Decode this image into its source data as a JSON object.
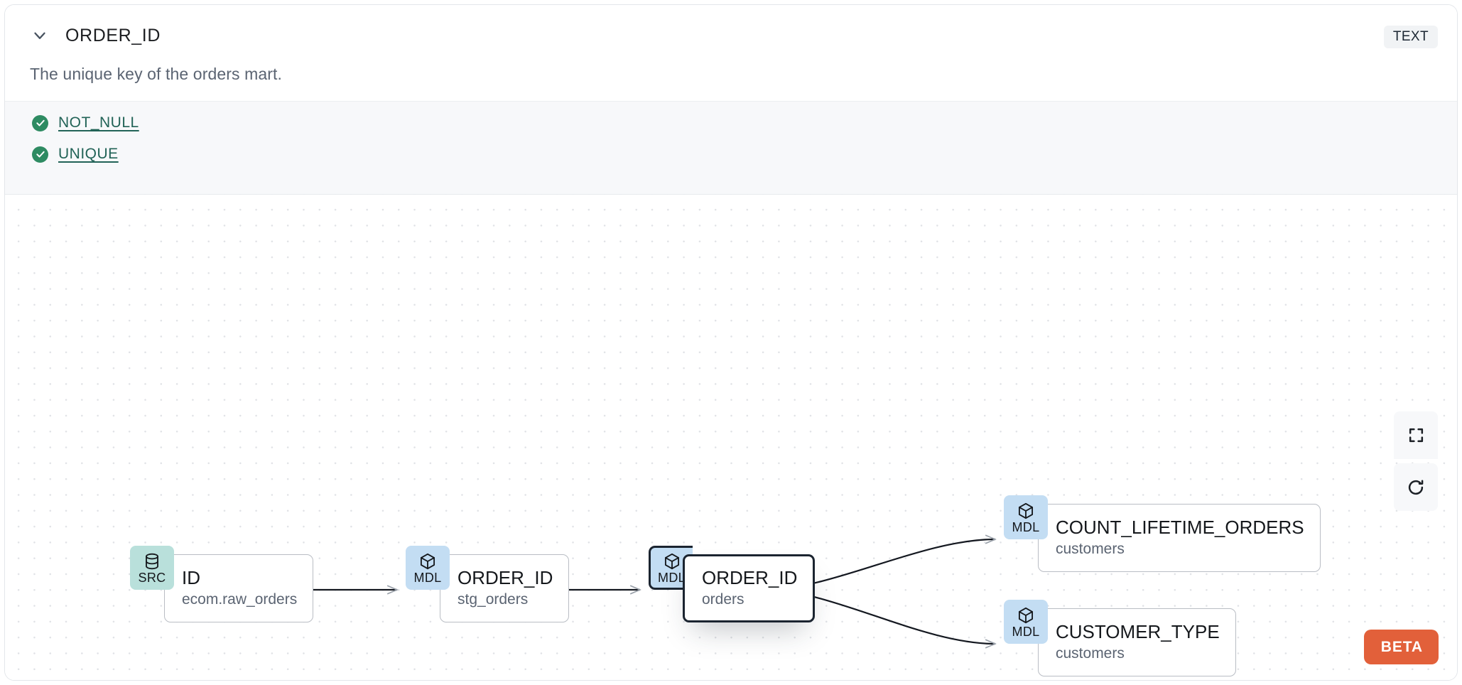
{
  "header": {
    "expand_icon": "chevron-down-icon",
    "column_name": "ORDER_ID",
    "data_type_badge": "TEXT",
    "description": "The unique key of the orders mart."
  },
  "tests": [
    {
      "status_icon": "check-circle-icon",
      "label": "NOT_NULL"
    },
    {
      "status_icon": "check-circle-icon",
      "label": "UNIQUE"
    }
  ],
  "lineage": {
    "nodes": [
      {
        "id": "src-id",
        "kind": "SRC",
        "kind_icon": "database-icon",
        "title": "ID",
        "subtitle": "ecom.raw_orders",
        "selected": false
      },
      {
        "id": "stg-order-id",
        "kind": "MDL",
        "kind_icon": "cube-icon",
        "title": "ORDER_ID",
        "subtitle": "stg_orders",
        "selected": false
      },
      {
        "id": "orders-order-id",
        "kind": "MDL",
        "kind_icon": "cube-icon",
        "title": "ORDER_ID",
        "subtitle": "orders",
        "selected": true
      },
      {
        "id": "count-lifetime-orders",
        "kind": "MDL",
        "kind_icon": "cube-icon",
        "title": "COUNT_LIFETIME_ORDERS",
        "subtitle": "customers",
        "selected": false
      },
      {
        "id": "customer-type",
        "kind": "MDL",
        "kind_icon": "cube-icon",
        "title": "CUSTOMER_TYPE",
        "subtitle": "customers",
        "selected": false
      }
    ],
    "edges": [
      {
        "from": "src-id",
        "to": "stg-order-id"
      },
      {
        "from": "stg-order-id",
        "to": "orders-order-id"
      },
      {
        "from": "orders-order-id",
        "to": "count-lifetime-orders"
      },
      {
        "from": "orders-order-id",
        "to": "customer-type"
      }
    ],
    "controls": [
      {
        "name": "fit-view-button",
        "icon": "fullscreen-icon"
      },
      {
        "name": "reset-button",
        "icon": "refresh-icon"
      }
    ],
    "beta_label": "BETA"
  },
  "colors": {
    "src_badge": "#b9e0db",
    "mdl_badge": "#c3ddf3",
    "selected_border": "#1b2430",
    "test_pass": "#2e8b62",
    "test_link": "#226357",
    "beta": "#e2603a",
    "type_badge_bg": "#f1f3f5"
  }
}
